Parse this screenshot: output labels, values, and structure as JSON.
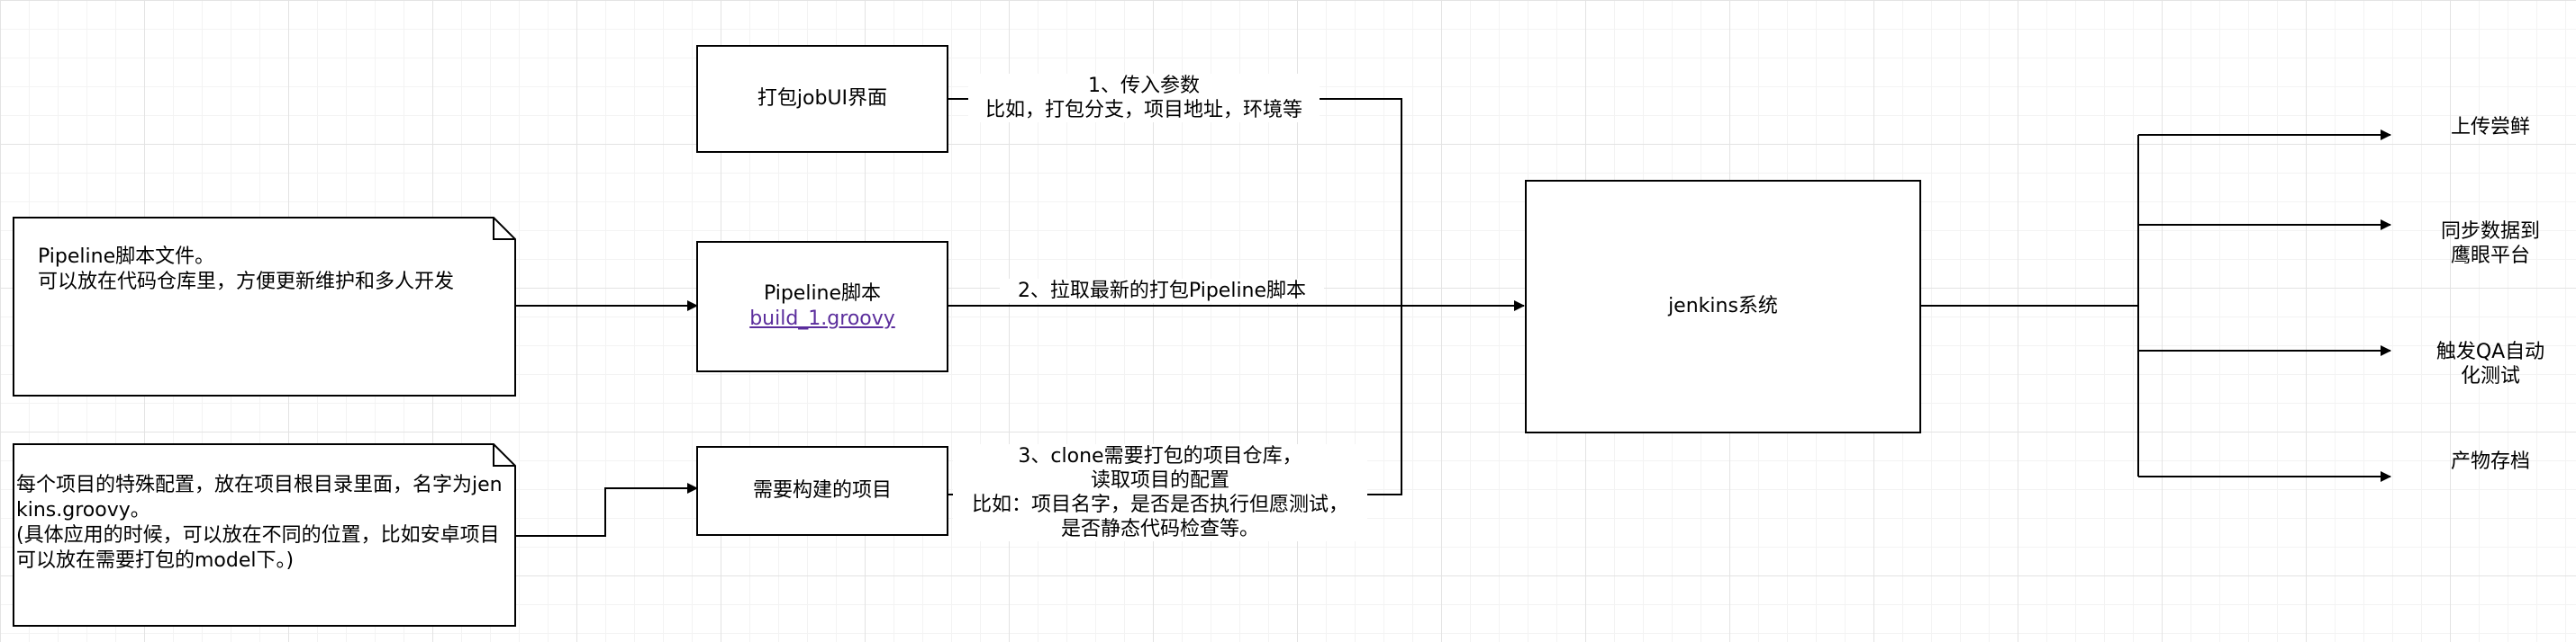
{
  "notes": {
    "pipeline_file": "Pipeline脚本文件。\n可以放在代码仓库里，方便更新维护和多人开发",
    "project_config": "每个项目的特殊配置，放在项目根目录里面，名字为jenkins.groovy。\n(具体应用的时候，可以放在不同的位置，比如安卓项目可以放在需要打包的model下。)"
  },
  "boxes": {
    "job_ui": "打包jobUI界面",
    "pipeline_title": "Pipeline脚本",
    "pipeline_link": "build_1.groovy",
    "project": "需要构建的项目",
    "jenkins": "jenkins系统"
  },
  "edge_labels": {
    "step1": "1、传入参数\n比如，打包分支，项目地址，环境等",
    "step2": "2、拉取最新的打包Pipeline脚本",
    "step3": "3、clone需要打包的项目仓库，\n读取项目的配置\n比如：项目名字，是否是否执行但愿测试，\n是否静态代码检查等。"
  },
  "outputs": [
    "上传尝鲜",
    "同步数据到\n鹰眼平台",
    "触发QA自动\n化测试",
    "产物存档"
  ],
  "colors": {
    "stroke": "#000000",
    "link": "#5b2d9c",
    "grid": "#e3e3e3"
  }
}
